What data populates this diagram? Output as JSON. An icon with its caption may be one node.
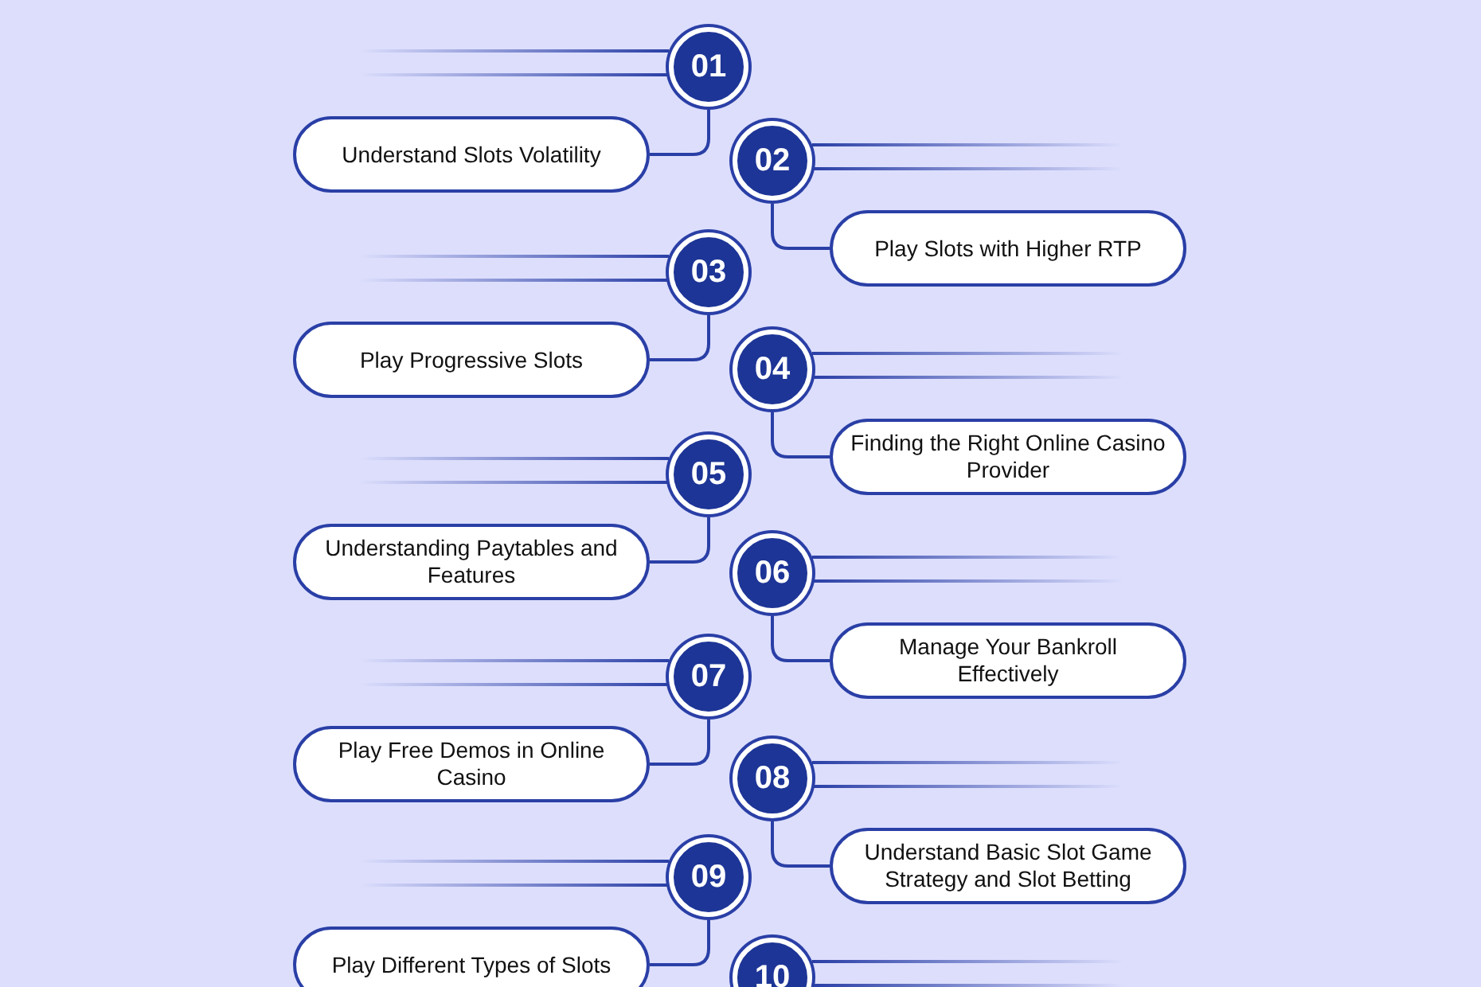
{
  "diagram": {
    "nodes": [
      {
        "text": [
          "01"
        ]
      },
      {
        "text": [
          "Understand Slots Volatility"
        ]
      },
      {
        "text": [
          "02"
        ]
      },
      {
        "text": [
          "Play Slots with Higher RTP"
        ]
      },
      {
        "text": [
          "03"
        ]
      },
      {
        "text": [
          "Play Progressive Slots"
        ]
      },
      {
        "text": [
          "04"
        ]
      },
      {
        "text": [
          "Finding the Right Online Casino Provider"
        ]
      },
      {
        "text": [
          "05"
        ]
      },
      {
        "text": [
          "Understanding Paytables and Features"
        ]
      },
      {
        "text": [
          "06"
        ]
      },
      {
        "text": [
          "Manage Your Bankroll Effectively"
        ]
      },
      {
        "text": [
          "07"
        ]
      },
      {
        "text": [
          "Play Free Demos in Online Casino"
        ]
      },
      {
        "text": [
          "08"
        ]
      },
      {
        "text": [
          "Understand Basic Slot Game Strategy and Slot Betting"
        ]
      },
      {
        "text": [
          "09"
        ]
      },
      {
        "text": [
          "Play Different Types of Slots"
        ]
      },
      {
        "text": [
          "10"
        ]
      }
    ],
    "edges": [
      {
        "from": 0,
        "to": 1,
        "arrow": "none"
      },
      {
        "from": 2,
        "to": 3,
        "arrow": "none"
      },
      {
        "from": 4,
        "to": 5,
        "arrow": "none"
      },
      {
        "from": 6,
        "to": 7,
        "arrow": "none"
      },
      {
        "from": 8,
        "to": 9,
        "arrow": "none"
      },
      {
        "from": 10,
        "to": 11,
        "arrow": "none"
      },
      {
        "from": 12,
        "to": 13,
        "arrow": "none"
      },
      {
        "from": 14,
        "to": 15,
        "arrow": "none"
      },
      {
        "from": 16,
        "to": 17,
        "arrow": "none"
      }
    ]
  }
}
